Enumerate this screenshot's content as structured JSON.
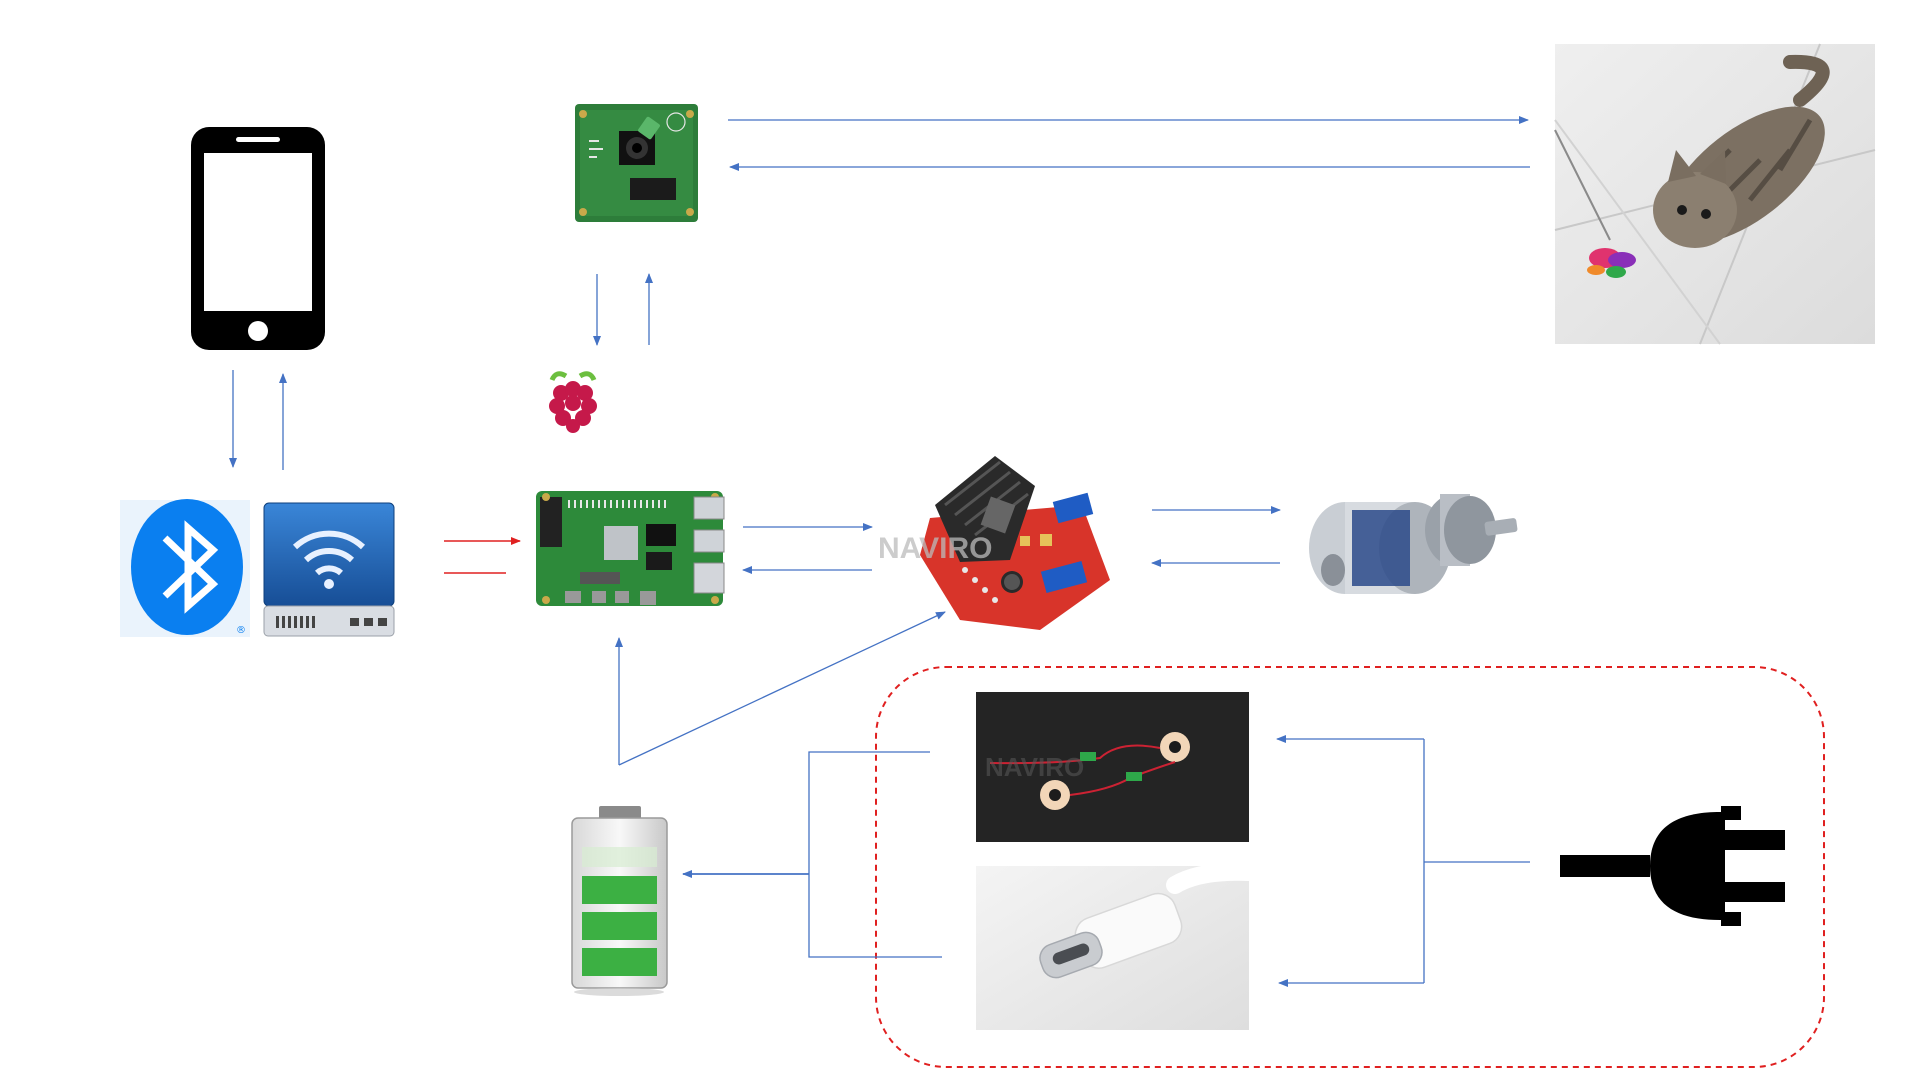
{
  "diagram": {
    "nodes": [
      {
        "id": "phone",
        "icon": "smartphone-icon"
      },
      {
        "id": "bluetooth",
        "icon": "bluetooth-icon"
      },
      {
        "id": "wifi",
        "icon": "wifi-router-icon"
      },
      {
        "id": "camera",
        "icon": "raspberry-pi-camera-module-icon"
      },
      {
        "id": "raspberry-logo",
        "icon": "raspberry-pi-logo-icon"
      },
      {
        "id": "raspberry-pi",
        "icon": "raspberry-pi-board-icon"
      },
      {
        "id": "motor-driver",
        "icon": "l298n-motor-driver-icon"
      },
      {
        "id": "motor",
        "icon": "dc-gear-motor-icon"
      },
      {
        "id": "cat",
        "icon": "cat-playing-photo"
      },
      {
        "id": "battery",
        "icon": "battery-icon"
      },
      {
        "id": "wireless-charger",
        "icon": "wireless-charging-coil-icon"
      },
      {
        "id": "usb-c",
        "icon": "usb-c-cable-icon"
      },
      {
        "id": "power-plug",
        "icon": "power-plug-icon"
      }
    ],
    "watermark": "NAVIRO",
    "colors": {
      "arrow": "#4472c4",
      "highlight_arrow": "#e02020",
      "charging_box_border": "#e02020",
      "bluetooth": "#0a7ff0",
      "wifi_panel": "#1f5fae",
      "board_green": "#2d8a3a",
      "driver_red": "#d8342a",
      "battery_green": "#3cb043",
      "plug": "#000000"
    }
  }
}
